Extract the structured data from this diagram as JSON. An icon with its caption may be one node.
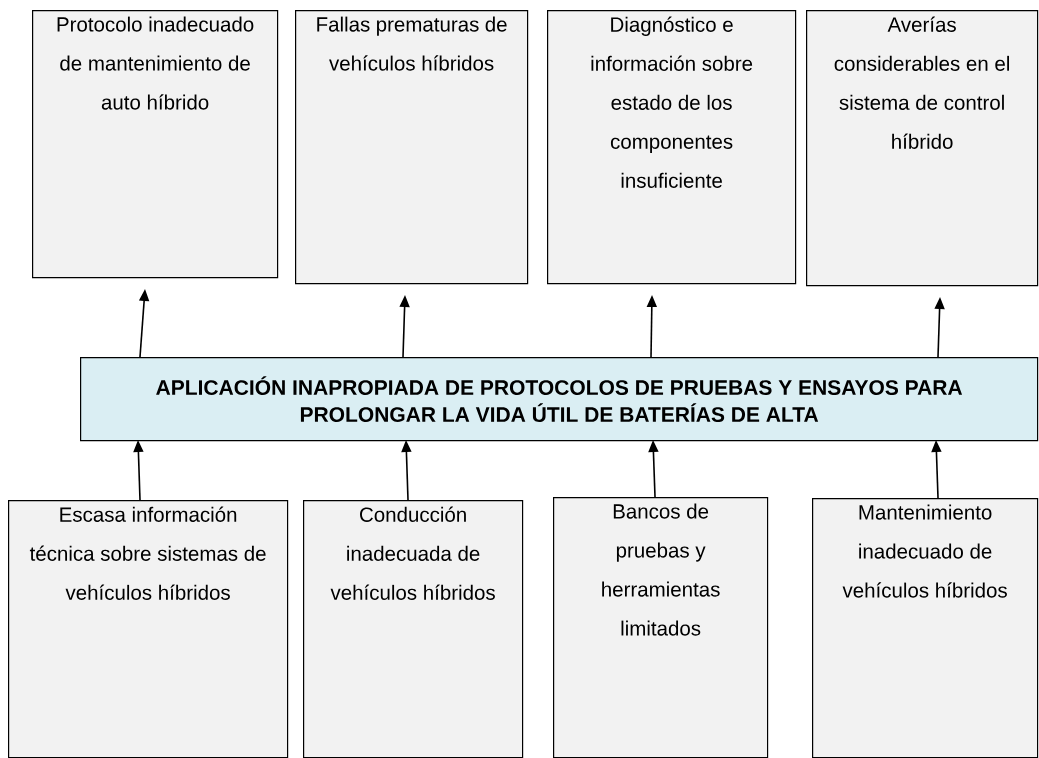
{
  "diagram": {
    "nodes": [
      {
        "text": [
          "Protocolo inadecuado de mantenimiento de auto híbrido"
        ]
      },
      {
        "text": [
          "Fallas prematuras de vehículos híbridos"
        ]
      },
      {
        "text": [
          "Diagnóstico e información sobre estado de los componentes insuficiente"
        ]
      },
      {
        "text": [
          "Averías considerables en el sistema de control híbrido"
        ]
      },
      {
        "text": [
          "APLICACIÓN INAPROPIADA DE PROTOCOLOS DE PRUEBAS Y ENSAYOS PARA PROLONGAR LA VIDA ÚTIL DE BATERÍAS DE ALTA"
        ]
      },
      {
        "text": [
          "Escasa información técnica sobre sistemas de vehículos híbridos"
        ]
      },
      {
        "text": [
          "Conducción inadecuada de vehículos híbridos"
        ]
      },
      {
        "text": [
          "Bancos de pruebas y herramientas limitados"
        ]
      },
      {
        "text": [
          "Mantenimiento inadecuado de vehículos híbridos"
        ]
      }
    ],
    "edges": [
      {
        "from": 4,
        "to": 0,
        "arrow": "to"
      },
      {
        "from": 4,
        "to": 1,
        "arrow": "to"
      },
      {
        "from": 4,
        "to": 2,
        "arrow": "to"
      },
      {
        "from": 4,
        "to": 3,
        "arrow": "to"
      },
      {
        "from": 5,
        "to": 4,
        "arrow": "to"
      },
      {
        "from": 6,
        "to": 4,
        "arrow": "to"
      },
      {
        "from": 7,
        "to": 4,
        "arrow": "to"
      },
      {
        "from": 8,
        "to": 4,
        "arrow": "to"
      }
    ]
  }
}
